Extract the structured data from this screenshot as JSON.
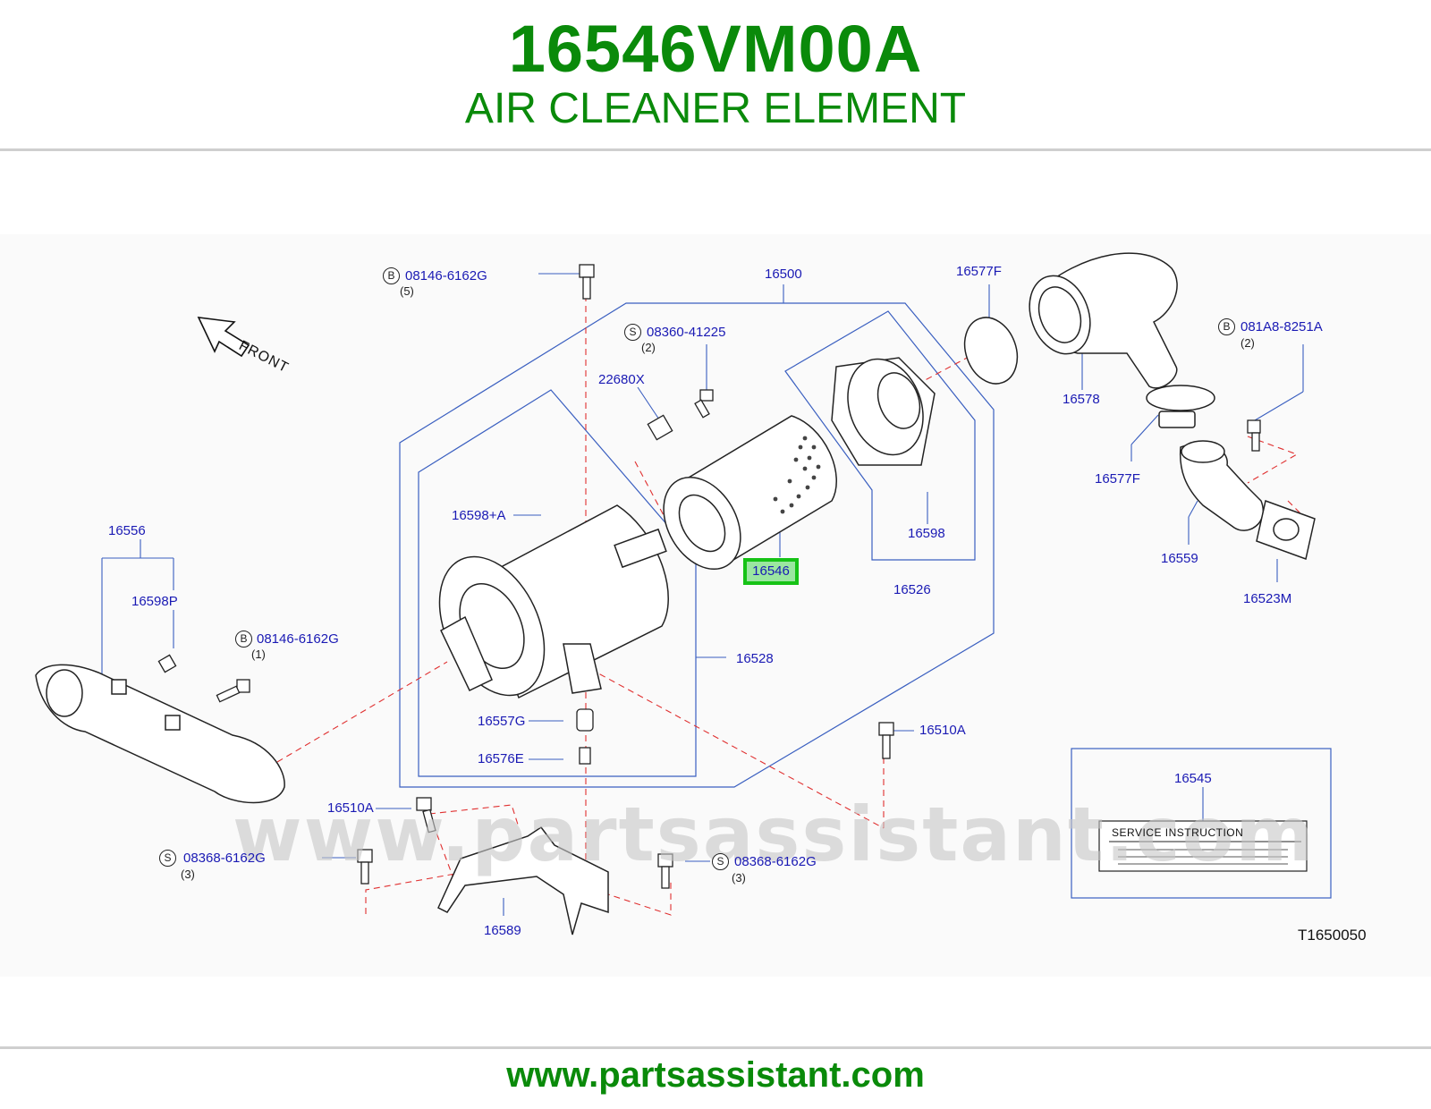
{
  "header": {
    "part_number": "16546VM00A",
    "part_name": "AIR CLEANER ELEMENT"
  },
  "footer": {
    "url": "www.partsassistant.com"
  },
  "watermark": "www.partsassistant.com",
  "diagram": {
    "drawing_code": "T1650050",
    "front_label": "FRONT",
    "highlighted_part": "16546",
    "service_label": "SERVICE   INSTRUCTION",
    "callouts": [
      {
        "id": "16500",
        "text": "16500"
      },
      {
        "id": "16577F-top",
        "text": "16577F"
      },
      {
        "id": "16578",
        "text": "16578"
      },
      {
        "id": "16577F-bottom",
        "text": "16577F"
      },
      {
        "id": "16559",
        "text": "16559"
      },
      {
        "id": "16523M",
        "text": "16523M"
      },
      {
        "id": "22680X",
        "text": "22680X"
      },
      {
        "id": "16598A",
        "text": "16598+A"
      },
      {
        "id": "16598",
        "text": "16598"
      },
      {
        "id": "16526",
        "text": "16526"
      },
      {
        "id": "16528",
        "text": "16528"
      },
      {
        "id": "16556",
        "text": "16556"
      },
      {
        "id": "16598P",
        "text": "16598P"
      },
      {
        "id": "16557G",
        "text": "16557G"
      },
      {
        "id": "16576E",
        "text": "16576E"
      },
      {
        "id": "16510A-right",
        "text": "16510A"
      },
      {
        "id": "16510A-left",
        "text": "16510A"
      },
      {
        "id": "16589",
        "text": "16589"
      },
      {
        "id": "16545",
        "text": "16545"
      }
    ],
    "fasteners": [
      {
        "id": "b-08146-top",
        "badge": "B",
        "part": "08146-6162G",
        "qty": "(5)"
      },
      {
        "id": "s-08360",
        "badge": "S",
        "part": "08360-41225",
        "qty": "(2)"
      },
      {
        "id": "b-081a8",
        "badge": "B",
        "part": "081A8-8251A",
        "qty": "(2)"
      },
      {
        "id": "b-08146-left",
        "badge": "B",
        "part": "08146-6162G",
        "qty": "(1)"
      },
      {
        "id": "s-08368-left",
        "badge": "S",
        "part": "08368-6162G",
        "qty": "(3)"
      },
      {
        "id": "s-08368-right",
        "badge": "S",
        "part": "08368-6162G",
        "qty": "(3)"
      }
    ]
  }
}
